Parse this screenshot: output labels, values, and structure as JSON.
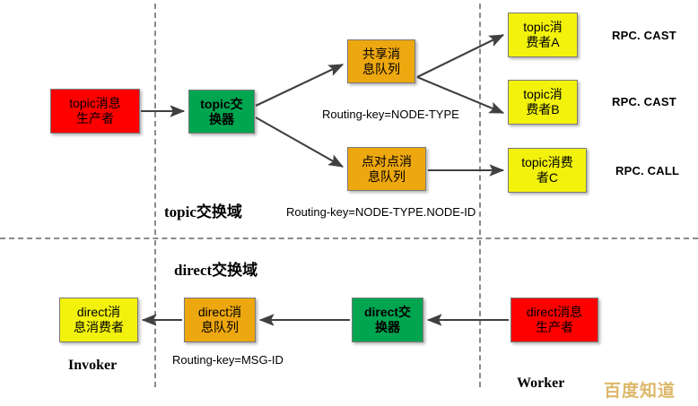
{
  "diagram": {
    "title": "RabbitMQ topic / direct exchange message flow",
    "colors": {
      "producer": "#ff0000",
      "exchange": "#00a550",
      "queue": "#eda70f",
      "consumer": "#f2f20d",
      "divider": "#8a8a8a",
      "watermark": "#ddb86a",
      "arrow": "#404040"
    },
    "dividers": {
      "top_left_vertical": "dashed",
      "top_right_vertical": "dashed",
      "middle_horizontal": "dashed",
      "bottom_left_vertical": "dashed",
      "bottom_right_vertical": "dashed"
    }
  },
  "topic_section": {
    "domain_label": "topic交换域",
    "nodes": {
      "producer": "topic消息\n生产者",
      "exchange": "topic交\n换器",
      "shared_queue": "共享消\n息队列",
      "p2p_queue": "点对点消\n息队列",
      "consumer_a": "topic消\n费者A",
      "consumer_b": "topic消\n费者B",
      "consumer_c": "topic消费\n者C"
    },
    "routing_keys": {
      "shared": "Routing-key=NODE-TYPE",
      "p2p": "Routing-key=NODE-TYPE.NODE-ID"
    },
    "rpc_labels": {
      "a": "RPC. CAST",
      "b": "RPC. CAST",
      "c": "RPC. CALL"
    }
  },
  "direct_section": {
    "domain_label": "direct交换域",
    "nodes": {
      "consumer": "direct消\n息消费者",
      "queue": "direct消\n息队列",
      "exchange": "direct交\n换器",
      "producer": "direct消息\n生产者"
    },
    "routing_keys": {
      "direct": "Routing-key=MSG-ID"
    }
  },
  "roles": {
    "invoker": "Invoker",
    "worker": "Worker"
  },
  "watermark": {
    "text": "百度知道"
  }
}
